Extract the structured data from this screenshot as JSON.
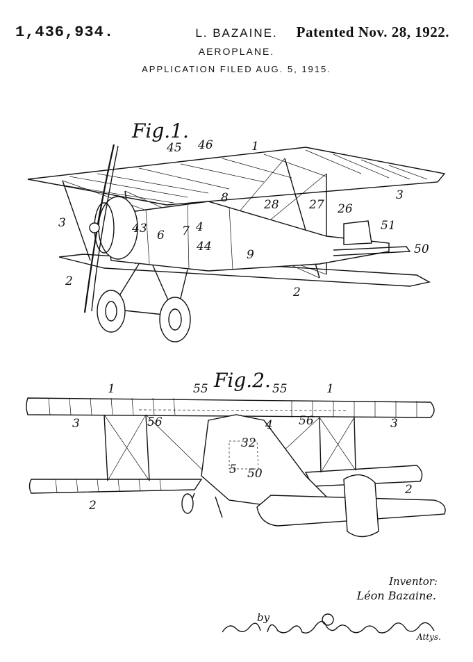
{
  "header": {
    "patent_number": "1,436,934.",
    "inventor": "L. BAZAINE.",
    "patent_date": "Patented Nov. 28, 1922.",
    "title": "AEROPLANE.",
    "filed": "APPLICATION FILED AUG. 5, 1915."
  },
  "fig1": {
    "label": "Fig.1.",
    "refs": [
      "45",
      "46",
      "1",
      "3",
      "3",
      "8",
      "28",
      "27",
      "26",
      "51",
      "50",
      "43",
      "6",
      "7",
      "4",
      "44",
      "9",
      "2",
      "2"
    ]
  },
  "fig2": {
    "label": "Fig.2.",
    "refs": [
      "1",
      "55",
      "55",
      "1",
      "3",
      "56",
      "4",
      "56",
      "3",
      "32",
      "5",
      "50",
      "2",
      "2"
    ]
  },
  "signature": {
    "inventor_label": "Inventor:",
    "inventor_name": "Léon Bazaine.",
    "by": "by",
    "attorneys_label": "Attys."
  },
  "colors": {
    "ink": "#111111",
    "paper": "#ffffff"
  }
}
